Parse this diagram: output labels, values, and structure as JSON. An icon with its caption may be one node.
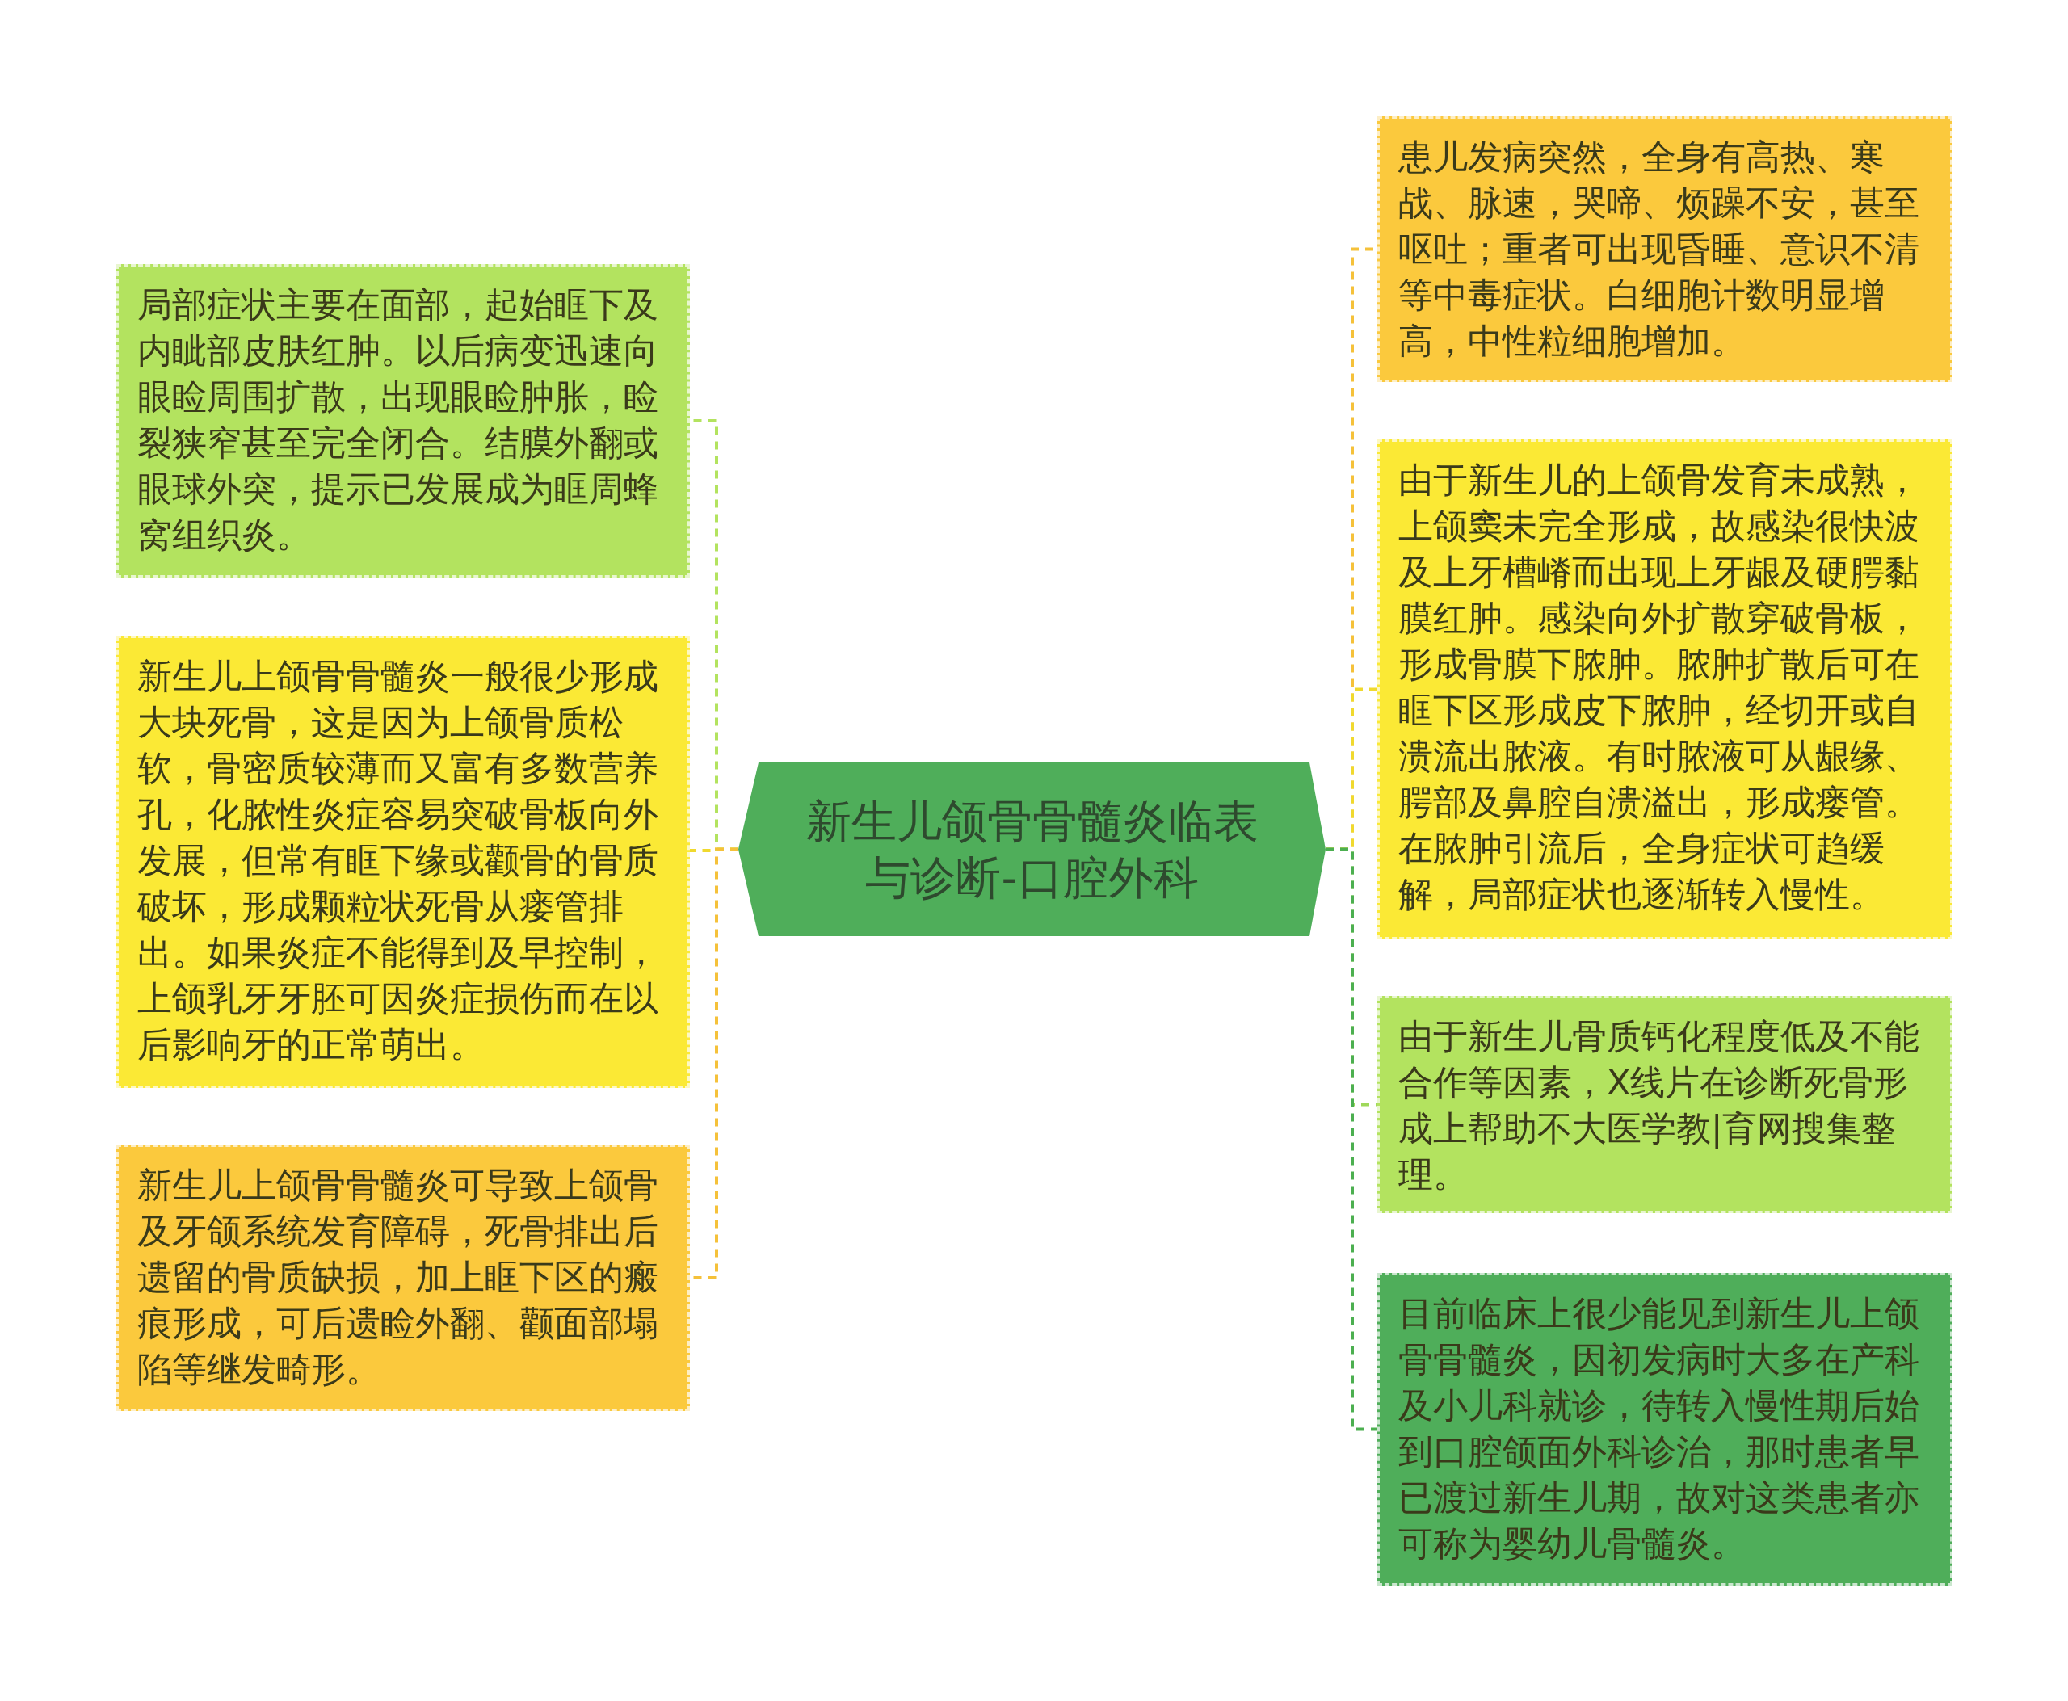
{
  "diagram": {
    "nodes": [
      {
        "text": [
          "新生儿颌骨骨髓炎临表与诊断-口腔外科"
        ]
      },
      {
        "text": [
          "局部症状主要在面部，起始眶下及内眦部皮肤红肿。以后病变迅速向眼睑周围扩散，出现眼睑肿胀，睑裂狭窄甚至完全闭合。结膜外翻或眼球外突，提示已发展成为眶周蜂窝组织炎。"
        ]
      },
      {
        "text": [
          "新生儿上颌骨骨髓炎一般很少形成大块死骨，这是因为上颌骨质松软，骨密质较薄而又富有多数营养孔，化脓性炎症容易突破骨板向外发展，但常有眶下缘或颧骨的骨质破坏，形成颗粒状死骨从瘘管排出。如果炎症不能得到及早控制，上颌乳牙牙胚可因炎症损伤而在以后影响牙的正常萌出。"
        ]
      },
      {
        "text": [
          "新生儿上颌骨骨髓炎可导致上颌骨及牙颌系统发育障碍，死骨排出后遗留的骨质缺损，加上眶下区的瘢痕形成，可后遗睑外翻、颧面部塌陷等继发畸形。"
        ]
      },
      {
        "text": [
          "患儿发病突然，全身有高热、寒战、脉速，哭啼、烦躁不安，甚至呕吐；重者可出现昏睡、意识不清等中毒症状。白细胞计数明显增高，中性粒细胞增加。"
        ]
      },
      {
        "text": [
          "由于新生儿的上颌骨发育未成熟，上颌窦未完全形成，故感染很快波及上牙槽嵴而出现上牙龈及硬腭黏膜红肿。感染向外扩散穿破骨板，形成骨膜下脓肿。脓肿扩散后可在眶下区形成皮下脓肿，经切开或自溃流出脓液。有时脓液可从龈缘、腭部及鼻腔自溃溢出，形成瘘管。在脓肿引流后，全身症状可趋缓解，局部症状也逐渐转入慢性。"
        ]
      },
      {
        "text": [
          "由于新生儿骨质钙化程度低及不能合作等因素，X线片在诊断死骨形成上帮助不大医学教|育网搜集整理。"
        ]
      },
      {
        "text": [
          "目前临床上很少能见到新生儿上颌骨骨髓炎，因初发病时大多在产科及小儿科就诊，待转入慢性期后始到口腔颌面外科诊治，那时患者早已渡过新生儿期，故对这类患者亦可称为婴幼儿骨髓炎。"
        ]
      }
    ],
    "edges": [
      {
        "from": 0,
        "to": 1,
        "arrow": "none",
        "style": "dashed",
        "color": "#b3e35f"
      },
      {
        "from": 0,
        "to": 2,
        "arrow": "none",
        "style": "dashed",
        "color": "#f0d92e"
      },
      {
        "from": 0,
        "to": 3,
        "arrow": "none",
        "style": "dashed",
        "color": "#f5c13a"
      },
      {
        "from": 0,
        "to": 4,
        "arrow": "none",
        "style": "dashed",
        "color": "#f5c13a"
      },
      {
        "from": 0,
        "to": 5,
        "arrow": "none",
        "style": "dashed",
        "color": "#f0d92e"
      },
      {
        "from": 0,
        "to": 6,
        "arrow": "none",
        "style": "dashed",
        "color": "#9fd85a"
      },
      {
        "from": 0,
        "to": 7,
        "arrow": "none",
        "style": "dashed",
        "color": "#4caf50"
      }
    ]
  }
}
